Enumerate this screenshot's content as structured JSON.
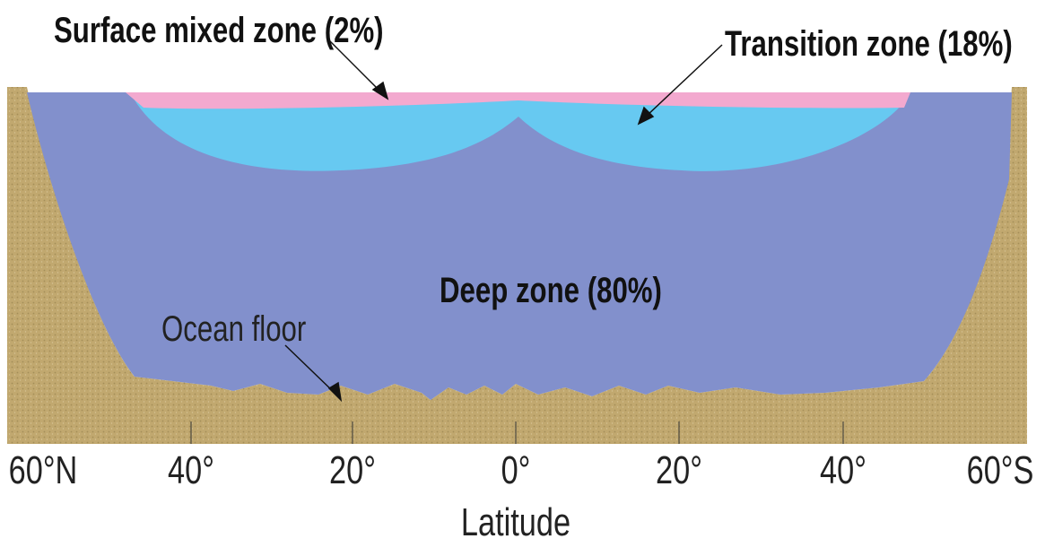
{
  "labels": {
    "surface": "Surface mixed zone (2%)",
    "transition": "Transition zone (18%)",
    "deep": "Deep zone (80%)",
    "floor": "Ocean floor"
  },
  "axis": {
    "title": "Latitude",
    "ticks": [
      "60°N",
      "40°",
      "20°",
      "0°",
      "20°",
      "40°",
      "60°S"
    ]
  },
  "colors": {
    "surface": "#f3a9cf",
    "transition": "#67c9f1",
    "deep": "#8290cc",
    "seafloor": "#c1a86f",
    "seafloor_dark": "#a48e58"
  }
}
